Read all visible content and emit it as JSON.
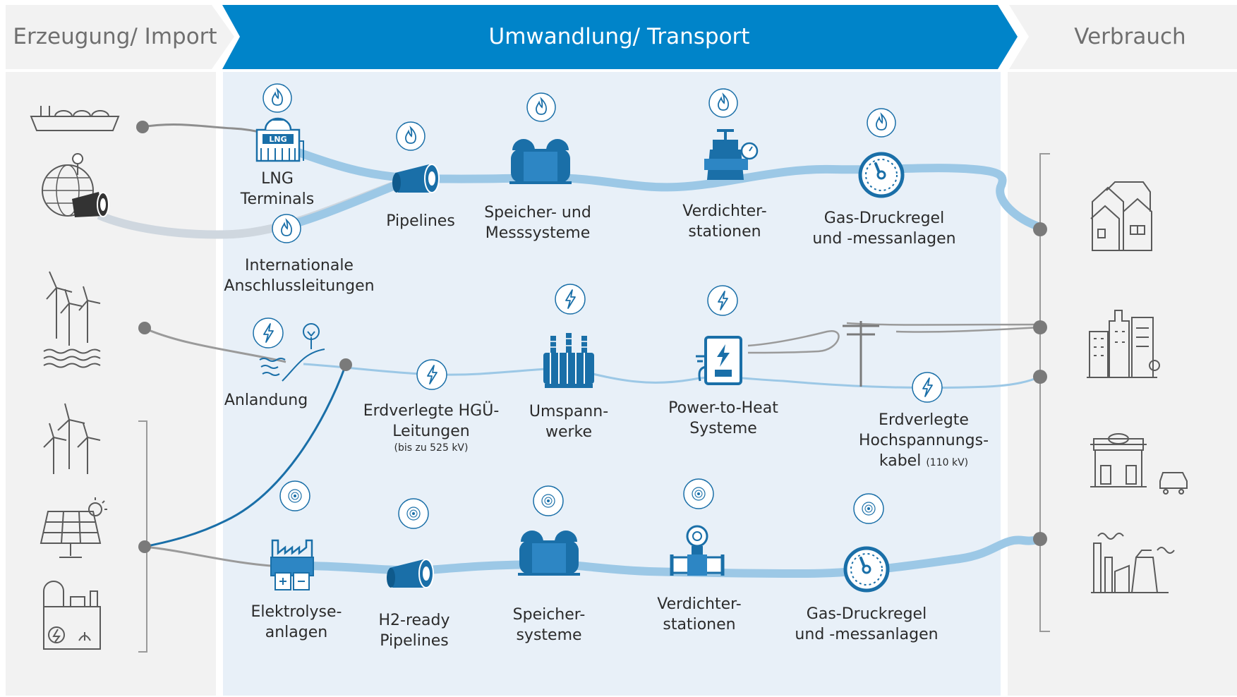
{
  "header": {
    "left": "Erzeugung/ Import",
    "center": "Umwandlung/ Transport",
    "right": "Verbrauch"
  },
  "colors": {
    "accent": "#0084c9",
    "pipe": "#9cc8e6",
    "gray_line": "#9a9a9a",
    "panel_side": "#f2f2f2",
    "panel_mid": "#e8f0f8",
    "icon": "#1a6fa8",
    "icon_gray": "#5a5a5a"
  },
  "gas_row": {
    "lng": "LNG",
    "lng_terminals_1": "LNG",
    "lng_terminals_2": "Terminals",
    "intl_1": "Internationale",
    "intl_2": "Anschlussleitungen",
    "pipelines": "Pipelines",
    "storage_1": "Speicher- und",
    "storage_2": "Messsysteme",
    "compressor_1": "Verdichter-",
    "compressor_2": "stationen",
    "regulator_1": "Gas-Druckregel",
    "regulator_2": "und -messanlagen"
  },
  "power_row": {
    "landing": "Anlandung",
    "hvdc_1": "Erdverlegte HGÜ-",
    "hvdc_2": "Leitungen",
    "hvdc_note": "(bis zu 525 kV)",
    "substation_1": "Umspann-",
    "substation_2": "werke",
    "p2h_1": "Power-to-Heat",
    "p2h_2": "Systeme",
    "cable_1": "Erdverlegte",
    "cable_2": "Hochspannungs-",
    "cable_3": "kabel",
    "cable_note": "(110 kV)"
  },
  "h2_row": {
    "electrolysis_1": "Elektrolyse-",
    "electrolysis_2": "anlagen",
    "h2_pipe_1": "H2-ready",
    "h2_pipe_2": "Pipelines",
    "storage_1": "Speicher-",
    "storage_2": "systeme",
    "compressor_1": "Verdichter-",
    "compressor_2": "stationen",
    "regulator_1": "Gas-Druckregel",
    "regulator_2": "und -messanlagen"
  },
  "icons": {
    "sources": [
      "ship-icon",
      "globe-pipeline-icon",
      "offshore-wind-icon",
      "onshore-wind-icon",
      "solar-panel-icon",
      "power-plant-icon"
    ],
    "consumers": [
      "houses-icon",
      "city-icon",
      "fuel-station-icon",
      "industry-icon"
    ],
    "badges": [
      "flame-badge-icon",
      "lightning-badge-icon",
      "hydrogen-badge-icon"
    ]
  }
}
